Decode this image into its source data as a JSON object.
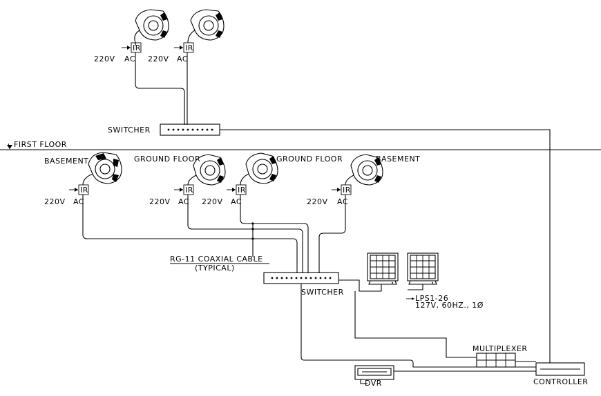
{
  "floor_divider": {
    "label": "FIRST FLOOR"
  },
  "first_floor": {
    "switcher_label": "SWITCHER",
    "cameras": [
      {
        "id": "cam-first-1",
        "voltage": "220V",
        "current": "AC",
        "ir": "IR"
      },
      {
        "id": "cam-first-2",
        "voltage": "220V",
        "current": "AC",
        "ir": "IR"
      }
    ]
  },
  "ground_level": {
    "cameras": [
      {
        "id": "cam-basement-1",
        "location": "BASEMENT",
        "voltage": "220V",
        "current": "AC",
        "ir": "IR"
      },
      {
        "id": "cam-ground-1",
        "location": "GROUND FLOOR",
        "voltage": "220V",
        "current": "AC",
        "ir": "IR"
      },
      {
        "id": "cam-ground-2",
        "location": "GROUND FLOOR",
        "voltage": "220V",
        "current": "AC",
        "ir": "IR"
      },
      {
        "id": "cam-basement-2",
        "location": "BASEMENT",
        "voltage": "220V",
        "current": "AC",
        "ir": "IR"
      }
    ],
    "cable_label": "RG-11 COAXIAL CABLE",
    "cable_sub": "(TYPICAL)",
    "switcher_label": "SWITCHER"
  },
  "equipment": {
    "power_label": "LPS1-26",
    "power_spec": "127V, 60HZ., 1Ø",
    "multiplexer_label": "MULTIPLEXER",
    "controller_label": "CONTROLLER",
    "dvr_label": "DVR"
  }
}
